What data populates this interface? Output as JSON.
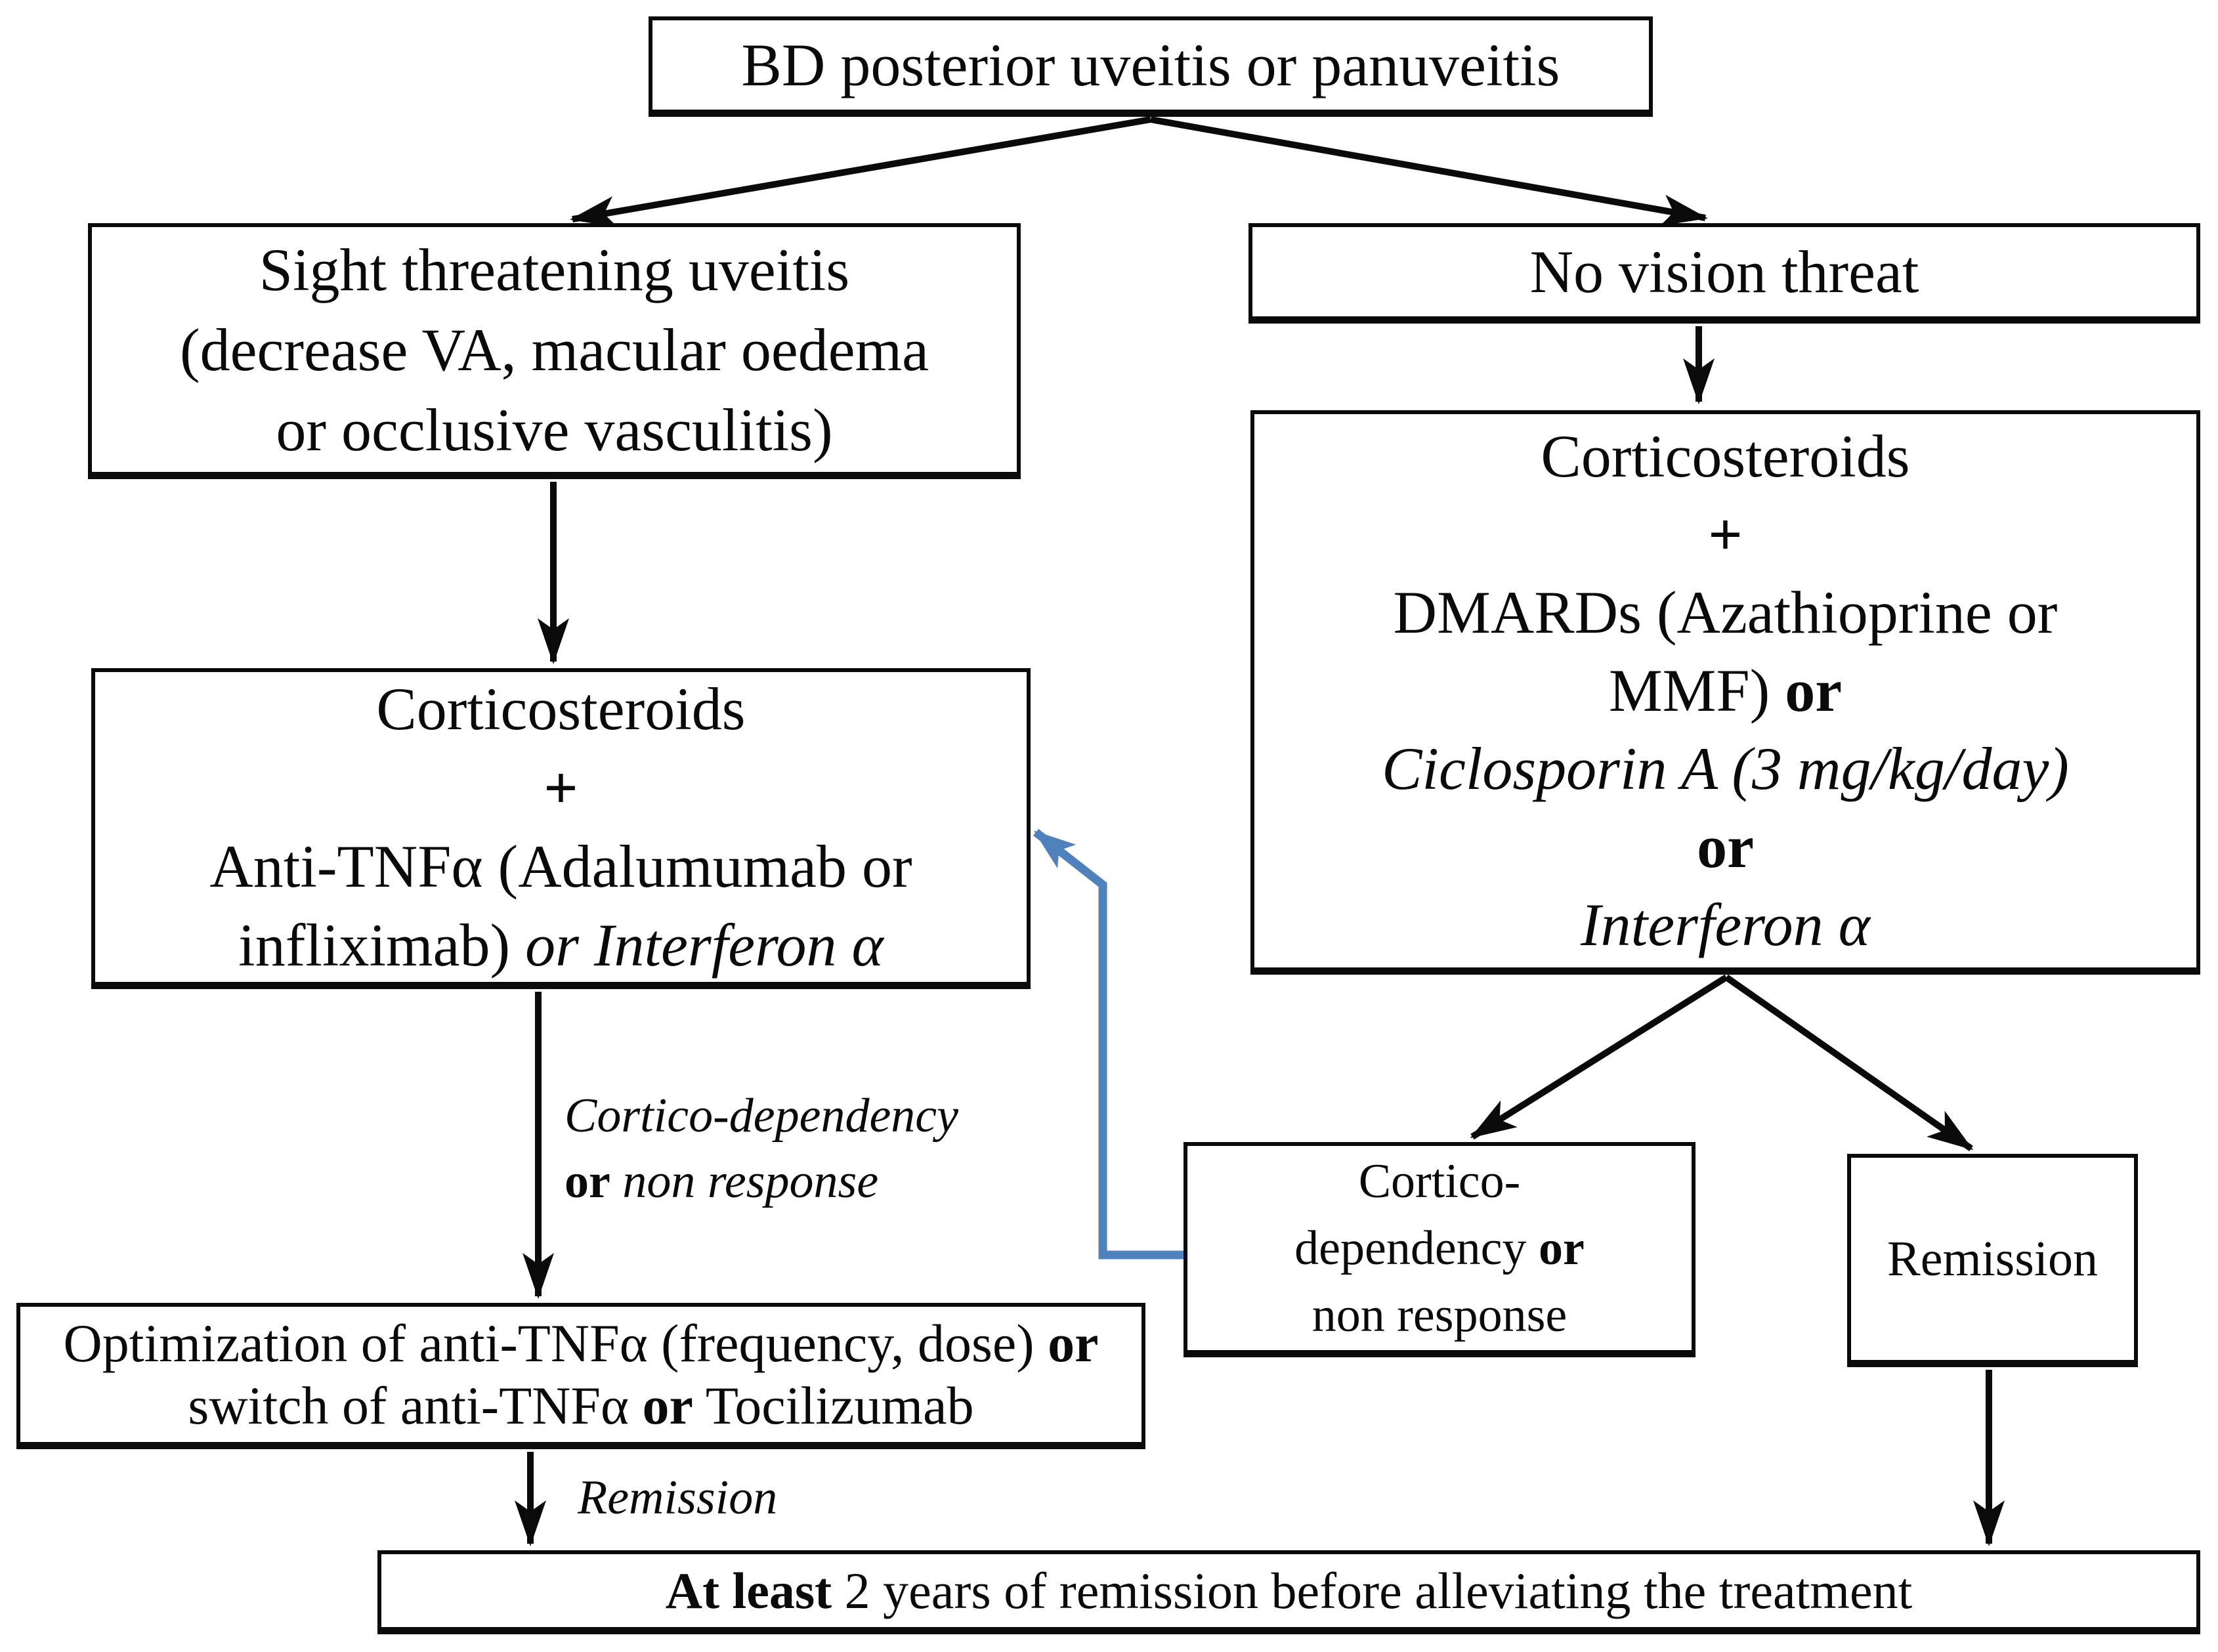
{
  "boxes": {
    "top": {
      "text": "BD posterior uveitis or panuveitis"
    },
    "sight": {
      "line1": "Sight threatening uveitis",
      "line2": "(decrease VA, macular oedema",
      "line3": "or occlusive vasculitis)"
    },
    "no_threat": {
      "text": "No vision threat"
    },
    "cortico_tnf": {
      "line1": "Corticosteroids",
      "plus": "+",
      "line3": "Anti-TNFα (Adalumumab or",
      "line4_regular": "infliximab) ",
      "line4_italic": "or Interferon α"
    },
    "cortico_dmards": {
      "line1": "Corticosteroids",
      "plus": "+",
      "line3": "DMARDs (Azathioprine or",
      "line4_text": "MMF) ",
      "line4_or": "or",
      "line5": "Ciclosporin A (3 mg/kg/day)",
      "line6_or": "or",
      "line7": "Interferon α"
    },
    "optimization": {
      "line1_text": "Optimization of anti-TNFα (frequency, dose) ",
      "line1_or": "or",
      "line2_text1": "switch of anti-TNFα ",
      "line2_or": "or",
      "line2_text2": " Tocilizumab"
    },
    "cortico_dep": {
      "line1": "Cortico-",
      "line2_text": "dependency ",
      "line2_or": "or",
      "line3": "non response"
    },
    "remission": {
      "text": "Remission"
    },
    "bottom": {
      "bold": "At least",
      "rest": " 2 years of remission before alleviating the treatment"
    }
  },
  "labels": {
    "cortico_dependency_arrow": {
      "line1": "Cortico-dependency",
      "or": "or",
      "rest": " non response"
    },
    "remission_arrow": {
      "text": "Remission"
    }
  },
  "colors": {
    "arrow_black": "#0a0a0a",
    "arrow_blue": "#4f81bd",
    "box_border": "#0a0a0a",
    "page_bg": "#ffffff",
    "text": "#0a0a0a"
  }
}
